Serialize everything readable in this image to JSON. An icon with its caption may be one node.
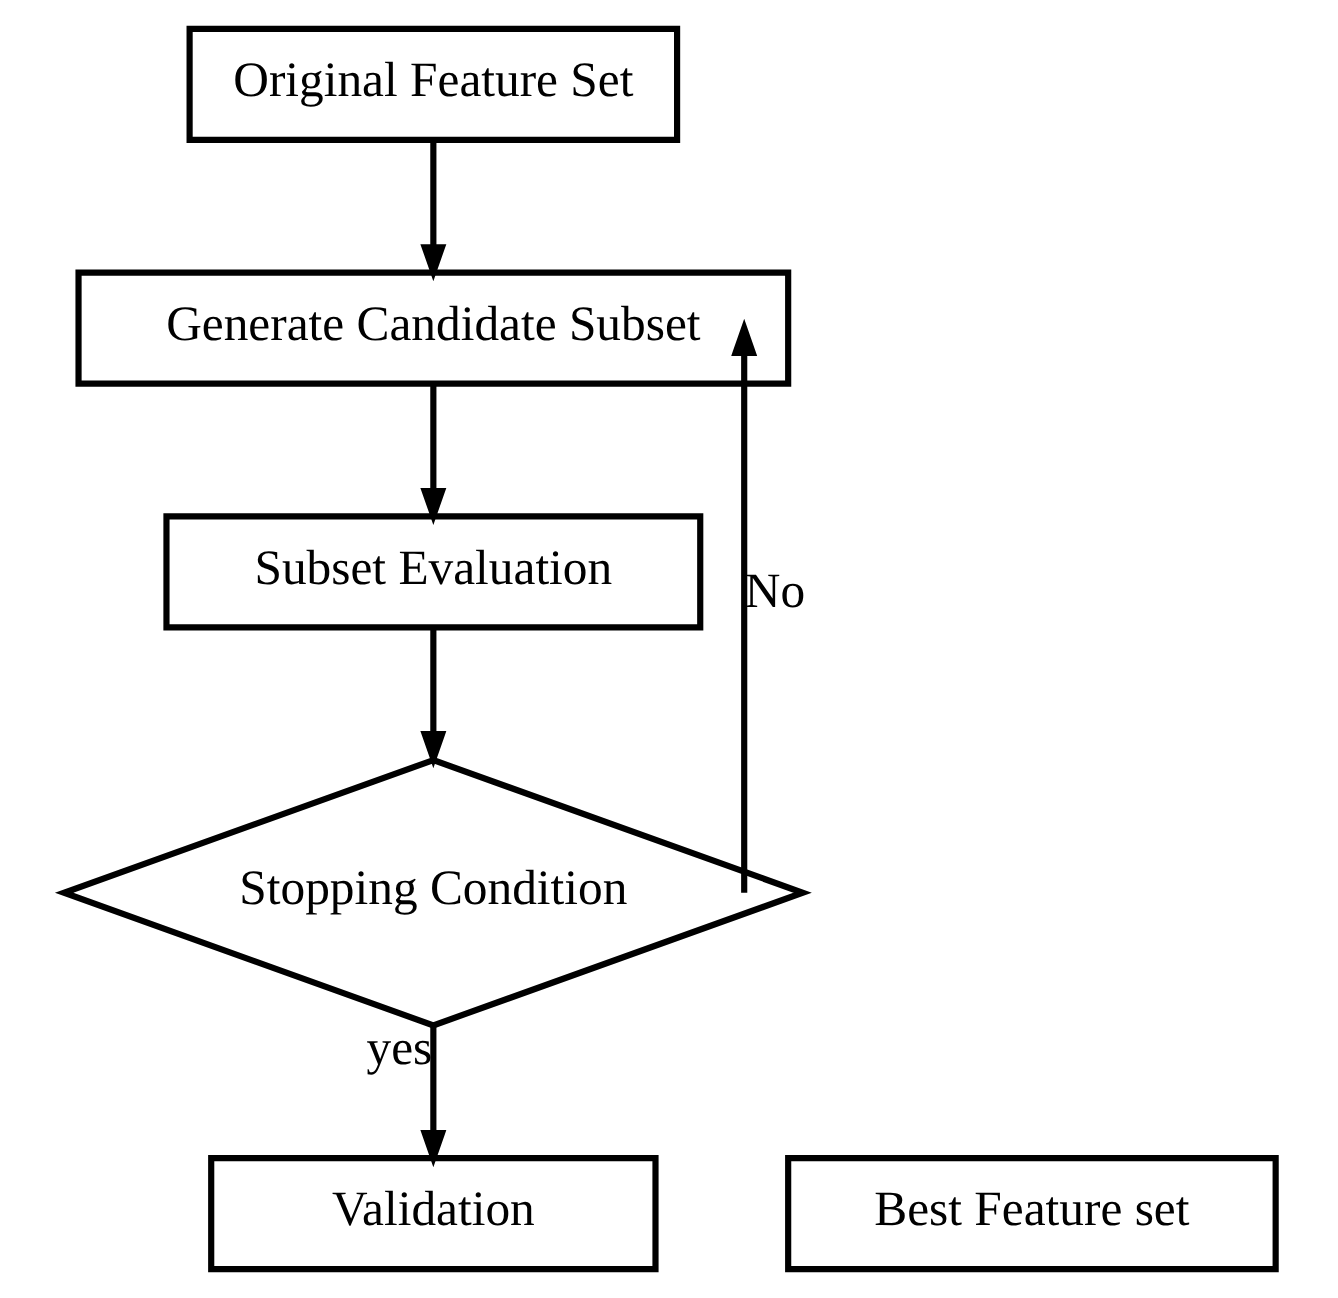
{
  "diagram": {
    "nodes": [
      {
        "text": [
          "Original Feature Set"
        ]
      },
      {
        "text": [
          "Generate Candidate Subset"
        ]
      },
      {
        "text": [
          "Subset Evaluation"
        ]
      },
      {
        "text": [
          "Stopping Condition"
        ]
      },
      {
        "text": [
          "Best Feature set"
        ]
      },
      {
        "text": [
          "Validation"
        ]
      }
    ],
    "edges": [
      {
        "from": 0,
        "to": 1,
        "arrow": "to"
      },
      {
        "from": 1,
        "to": 2,
        "arrow": "to"
      },
      {
        "from": 2,
        "to": 3,
        "arrow": "to"
      },
      {
        "from": 3,
        "to": 1,
        "arrow": "to",
        "label": "No"
      },
      {
        "from": 3,
        "to": 5,
        "arrow": "to",
        "label": "yes"
      }
    ]
  }
}
